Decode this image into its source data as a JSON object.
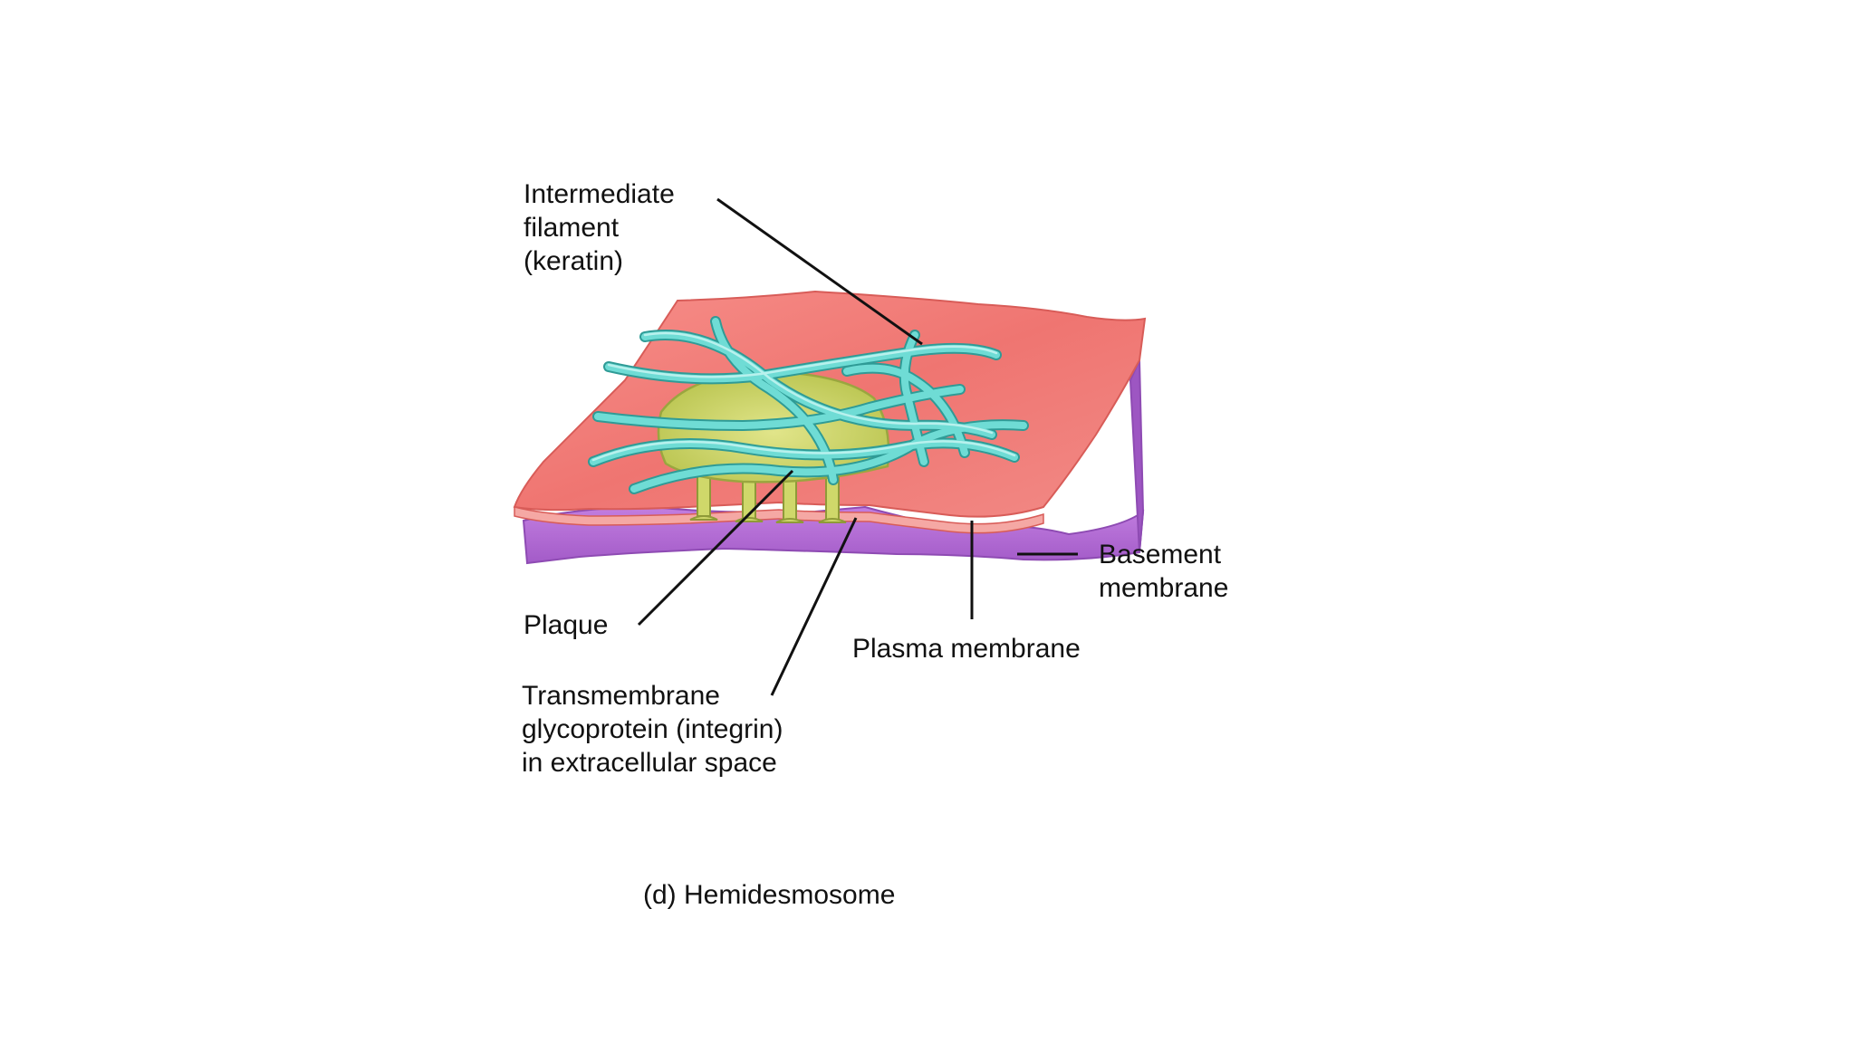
{
  "labels": {
    "intermediate_filament": [
      "Intermediate",
      "filament",
      "(keratin)"
    ],
    "basement_membrane": [
      "Basement",
      "membrane"
    ],
    "plaque": "Plaque",
    "plasma_membrane": "Plasma membrane",
    "transmembrane": [
      "Transmembrane",
      "glycoprotein (integrin)",
      "in extracellular space"
    ]
  },
  "caption": "(d) Hemidesmosome",
  "colors": {
    "plasma_membrane": "#f07a76",
    "basement_membrane": "#b066d0",
    "plaque": "#cfd86a",
    "filament": "#5fd3cc",
    "leader_line": "#111111"
  }
}
